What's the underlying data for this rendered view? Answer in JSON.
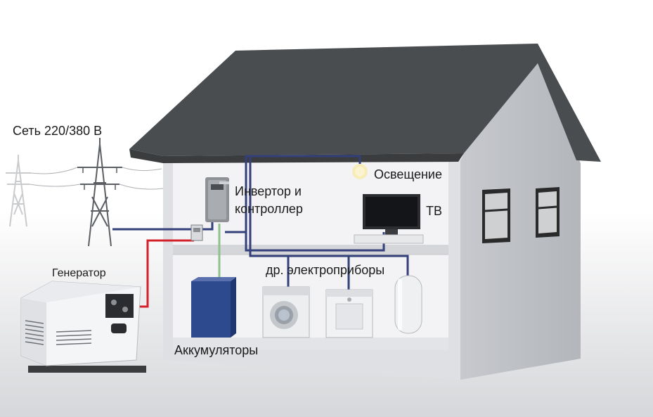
{
  "labels": {
    "grid": "Сеть 220/380 В",
    "generator": "Генератор",
    "inverter_line1": "Инвертор и",
    "inverter_line2": "контроллер",
    "lighting": "Освещение",
    "tv": "ТВ",
    "appliances": "др. электроприборы",
    "batteries": "Аккумуляторы"
  },
  "icons": [
    "power-pylon-icon",
    "generator-icon",
    "inverter-icon",
    "lamp-icon",
    "tv-icon",
    "battery-icon",
    "washing-machine-icon",
    "dryer-icon",
    "water-heater-icon"
  ],
  "colors": {
    "roof": "#4a4d4f",
    "house_side": "#b9bcc2",
    "house_front": "#dcdde1",
    "room": "#f4f4f6",
    "wire_blue": "#33407a",
    "wire_green": "#8cc38c",
    "wire_red": "#d3202a",
    "battery": "#2e4a8e"
  }
}
